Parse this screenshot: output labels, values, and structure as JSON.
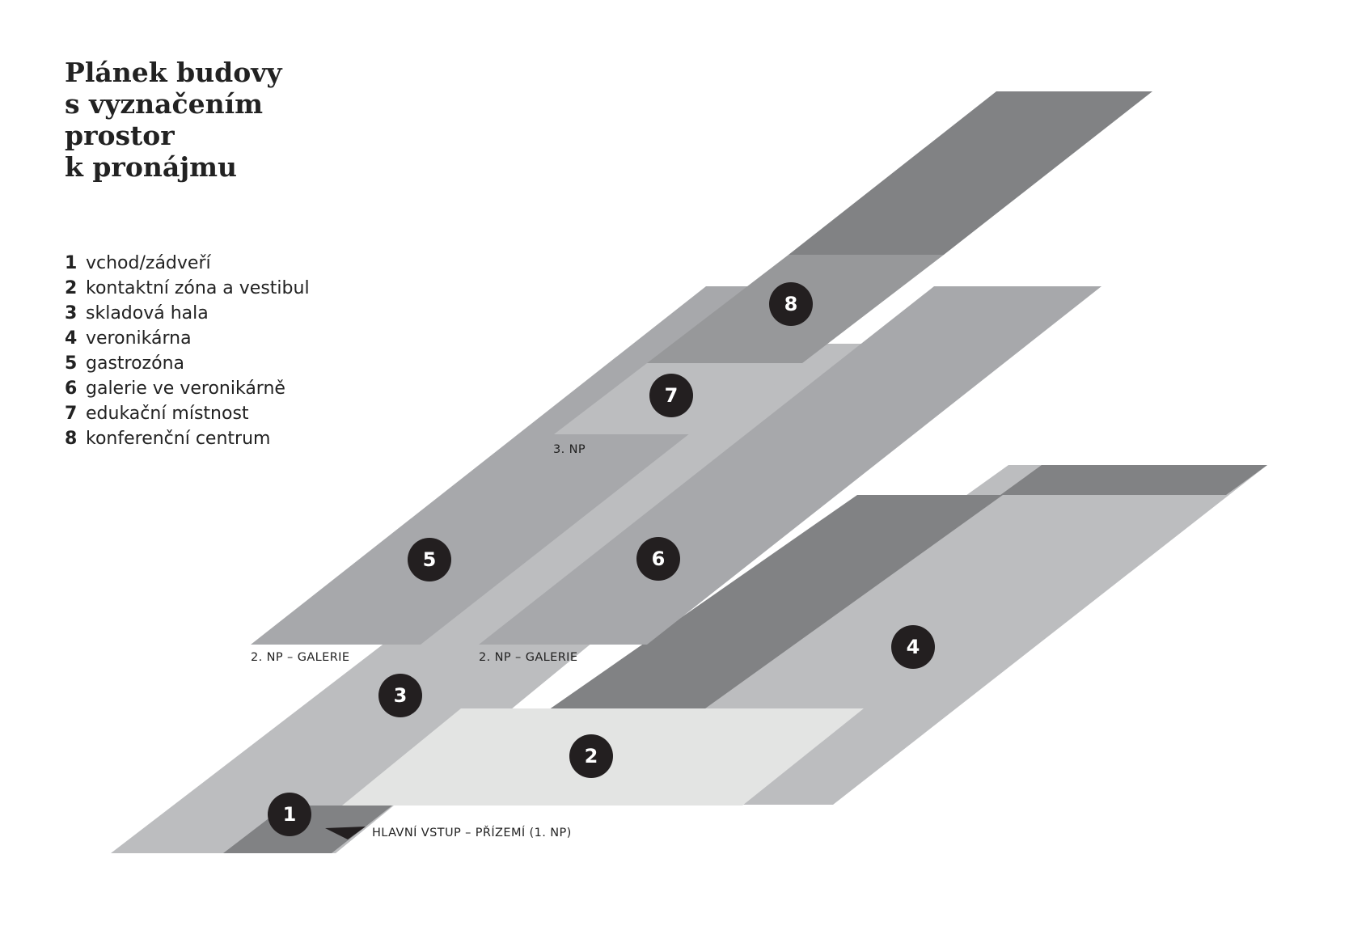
{
  "title": {
    "lines": [
      "Plánek budovy",
      "s vyznačením",
      "prostor",
      "k pronájmu"
    ]
  },
  "legend": {
    "items": [
      {
        "number": "1",
        "label": "vchod/zádveří"
      },
      {
        "number": "2",
        "label": "kontaktní zóna a vestibul"
      },
      {
        "number": "3",
        "label": "skladová hala"
      },
      {
        "number": "4",
        "label": "veronikárna"
      },
      {
        "number": "5",
        "label": "gastrozóna"
      },
      {
        "number": "6",
        "label": "galerie ve veronikárně"
      },
      {
        "number": "7",
        "label": "edukační místnost"
      },
      {
        "number": "8",
        "label": "konferenční centrum"
      }
    ]
  },
  "plan": {
    "floor_labels": {
      "third_floor": "3. NP",
      "gallery_left": "2. NP – GALERIE",
      "gallery_right": "2. NP – GALERIE",
      "main_entrance": "HLAVNÍ VSTUP – PŘÍZEMÍ (1. NP)"
    },
    "markers": [
      "1",
      "2",
      "3",
      "4",
      "5",
      "6",
      "7",
      "8"
    ],
    "colors": {
      "very_light": "#e3e4e3",
      "light": "#bcbdbf",
      "medium": "#a7a8ab",
      "gray": "#97989a",
      "dark": "#818284",
      "darker": "#6f7072",
      "marker": "#231f20"
    }
  }
}
